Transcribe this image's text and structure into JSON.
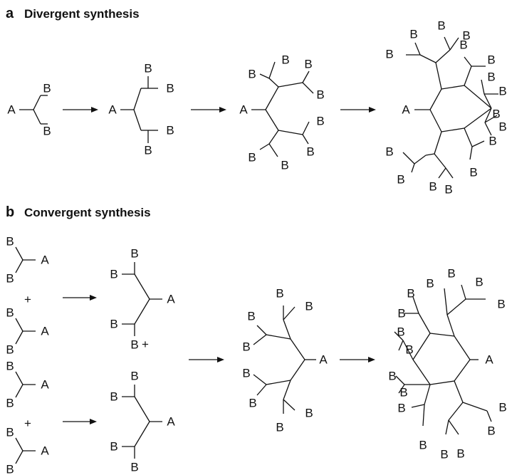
{
  "panel_a": {
    "letter": "a",
    "title": "Divergent synthesis"
  },
  "panel_b": {
    "letter": "b",
    "title": "Convergent synthesis"
  },
  "core_label": "A",
  "end_label": "B",
  "plus_sign": "+"
}
